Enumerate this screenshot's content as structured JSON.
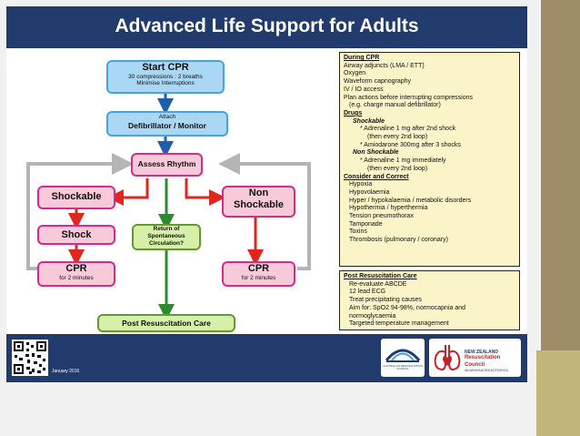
{
  "title": "Advanced Life Support for Adults",
  "flow": {
    "start": {
      "title": "Start CPR",
      "line1": "30 compressions : 2 breaths",
      "line2": "Minimise Interruptions"
    },
    "attach": {
      "small": "Attach",
      "title": "Defibrillator / Monitor"
    },
    "assess": "Assess Rhythm",
    "shockable": "Shockable",
    "non_shockable_1": "Non",
    "non_shockable_2": "Shockable",
    "shock": "Shock",
    "cpr_left": {
      "title": "CPR",
      "sub": "for 2 minutes"
    },
    "cpr_right": {
      "title": "CPR",
      "sub": "for 2 minutes"
    },
    "rosc": [
      "Return of",
      "Spontaneous",
      "Circulation?"
    ],
    "post": "Post Resuscitation Care"
  },
  "during_cpr": {
    "header": "During CPR",
    "items": [
      "Airway adjuncts (LMA / ETT)",
      "Oxygen",
      "Waveform capnography",
      "IV / IO access",
      "Plan actions before interrupting compressions",
      "(e.g. charge manual defibrillator)"
    ],
    "drugs_header": "Drugs",
    "shockable_label": "Shockable",
    "shockable_items": [
      "* Adrenaline 1 mg after 2nd shock",
      "(then every 2nd loop)",
      "* Amiodarone 300mg after 3 shocks"
    ],
    "non_shockable_label": "Non Shockable",
    "non_shockable_items": [
      "* Adrenaline 1 mg immediately",
      "(then every 2nd loop)"
    ],
    "consider_header": "Consider and Correct",
    "consider_items": [
      "Hypoxia",
      "Hypovolaemia",
      "Hyper / hypokalaemia / metabolic disorders",
      "Hypothermia / hyperthermia",
      "Tension pneumothorax",
      "Tamponade",
      "Toxins",
      "Thrombosis (pulmonary / coronary)"
    ]
  },
  "post_care": {
    "header": "Post Resuscitation Care",
    "items": [
      "Re-evaluate ABCDE",
      "12 lead ECG",
      "Treat precipitating causes",
      "Aim for: SpO2 94-98%, normocapnia and",
      "normoglycaemia",
      "Targeted temperature management"
    ]
  },
  "footer": {
    "date": "January 2016",
    "arc_text": "AUSTRALIAN RESUSCITATION COUNCIL",
    "nz_line1": "NEW ZEALAND",
    "nz_line2": "Resuscitation Council",
    "nz_line3": "WHAKAHAUORA AOTEAROA"
  },
  "colors": {
    "navy": "#203b6c",
    "blue_box": "#a9d7f4",
    "pink_box": "#f8c9d8",
    "green_box": "#d6efa9",
    "info_box": "#fbf4c8",
    "arrow_blue": "#1f5fa8",
    "arrow_red": "#e1261c",
    "arrow_green": "#2f8a2f",
    "loop_grey": "#b5b5b5"
  }
}
